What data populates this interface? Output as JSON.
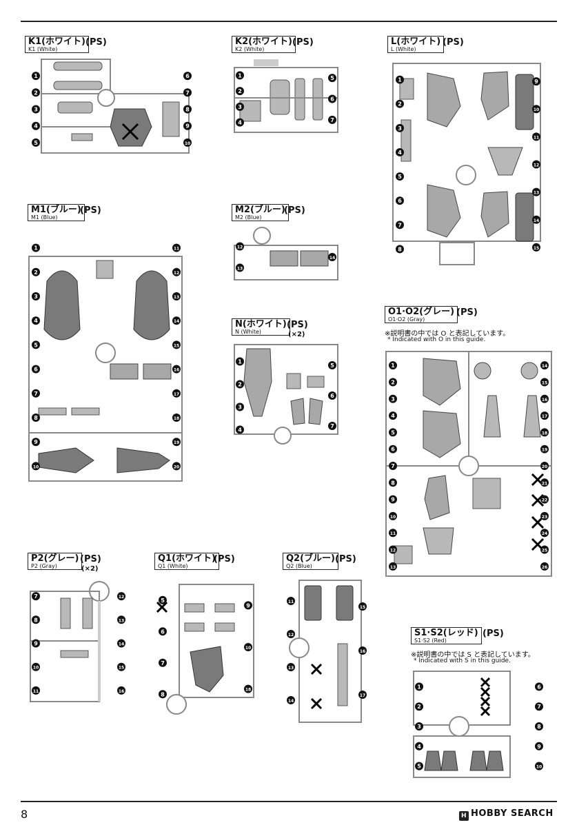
{
  "page": {
    "number": "8",
    "brand": "HOBBY SEARCH"
  },
  "sections": {
    "k1": {
      "label": "K1(ホワイト)",
      "suffix": "(PS)",
      "sub": "K1 (White)",
      "parts": [
        "1",
        "2",
        "3",
        "4",
        "5",
        "6",
        "7",
        "8",
        "9",
        "10"
      ]
    },
    "k2": {
      "label": "K2(ホワイト)",
      "suffix": "(PS)",
      "sub": "K2 (White)",
      "parts": [
        "1",
        "2",
        "3",
        "4",
        "5",
        "6",
        "7"
      ]
    },
    "l": {
      "label": "L(ホワイト)",
      "suffix": "(PS)",
      "sub": "L (White)",
      "parts": [
        "1",
        "2",
        "3",
        "4",
        "5",
        "6",
        "7",
        "8",
        "9",
        "10",
        "11",
        "12",
        "13",
        "14",
        "15"
      ]
    },
    "m1": {
      "label": "M1(ブルー)",
      "suffix": "(PS)",
      "sub": "M1 (Blue)",
      "parts": [
        "1",
        "2",
        "3",
        "4",
        "5",
        "6",
        "7",
        "8",
        "9",
        "10",
        "11",
        "12",
        "13",
        "14",
        "15",
        "16",
        "17",
        "18",
        "19",
        "20"
      ]
    },
    "m2": {
      "label": "M2(ブルー)",
      "suffix": "(PS)",
      "sub": "M2 (Blue)",
      "parts": [
        "12",
        "13",
        "14"
      ]
    },
    "n": {
      "label": "N(ホワイト)",
      "suffix": "(PS)",
      "sub": "N (White)",
      "mult": "(×2)",
      "parts": [
        "1",
        "2",
        "3",
        "4",
        "5",
        "6",
        "7"
      ]
    },
    "o": {
      "label": "O1·O2(グレー)",
      "suffix": "(PS)",
      "sub": "O1·O2 (Gray)",
      "note_jp": "※説明書の中では O と表記しています。",
      "note_en": "* Indicated with O in this guide.",
      "parts": [
        "1",
        "2",
        "3",
        "4",
        "5",
        "6",
        "7",
        "8",
        "9",
        "10",
        "11",
        "12",
        "13",
        "14",
        "15",
        "16",
        "17",
        "18",
        "19",
        "20",
        "21",
        "22",
        "23",
        "24",
        "25",
        "26"
      ]
    },
    "p2": {
      "label": "P2(グレー)",
      "suffix": "(PS)",
      "sub": "P2 (Gray)",
      "mult": "(×2)",
      "parts": [
        "7",
        "8",
        "9",
        "10",
        "11",
        "12",
        "13",
        "14",
        "15",
        "16"
      ]
    },
    "q1": {
      "label": "Q1(ホワイト)",
      "suffix": "(PS)",
      "sub": "Q1 (White)",
      "parts": [
        "5",
        "6",
        "7",
        "8",
        "9",
        "10",
        "18"
      ]
    },
    "q2": {
      "label": "Q2(ブルー)",
      "suffix": "(PS)",
      "sub": "Q2 (Blue)",
      "parts": [
        "11",
        "12",
        "13",
        "14",
        "15",
        "16",
        "17"
      ]
    },
    "s": {
      "label": "S1·S2(レッド)",
      "suffix": "(PS)",
      "sub": "S1·S2 (Red)",
      "note_jp": "※説明書の中では S と表記しています。",
      "note_en": "* Indicated with S in this guide.",
      "parts": [
        "1",
        "2",
        "3",
        "4",
        "5",
        "6",
        "7",
        "8",
        "9",
        "10"
      ]
    }
  },
  "colors": {
    "frame": "#888888",
    "part_fill": "#b8b8b8",
    "part_dark": "#7a7a7a",
    "marker": "#111111",
    "line": "#222222"
  }
}
